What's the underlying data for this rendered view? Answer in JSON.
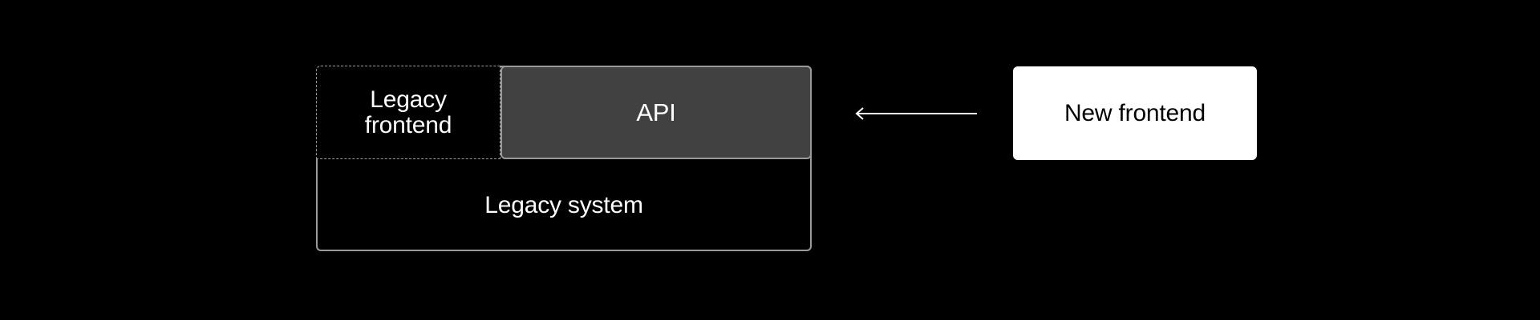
{
  "diagram": {
    "legacy_frontend_label": "Legacy frontend",
    "api_label": "API",
    "legacy_system_label": "Legacy system",
    "new_frontend_label": "New frontend"
  },
  "colors": {
    "background": "#000000",
    "box_border": "#9a9a9a",
    "api_fill": "#414141",
    "new_frontend_fill": "#ffffff",
    "new_frontend_text": "#000000",
    "text": "#ffffff"
  },
  "edges": [
    {
      "from": "new-frontend",
      "to": "api",
      "style": "arrow"
    }
  ]
}
